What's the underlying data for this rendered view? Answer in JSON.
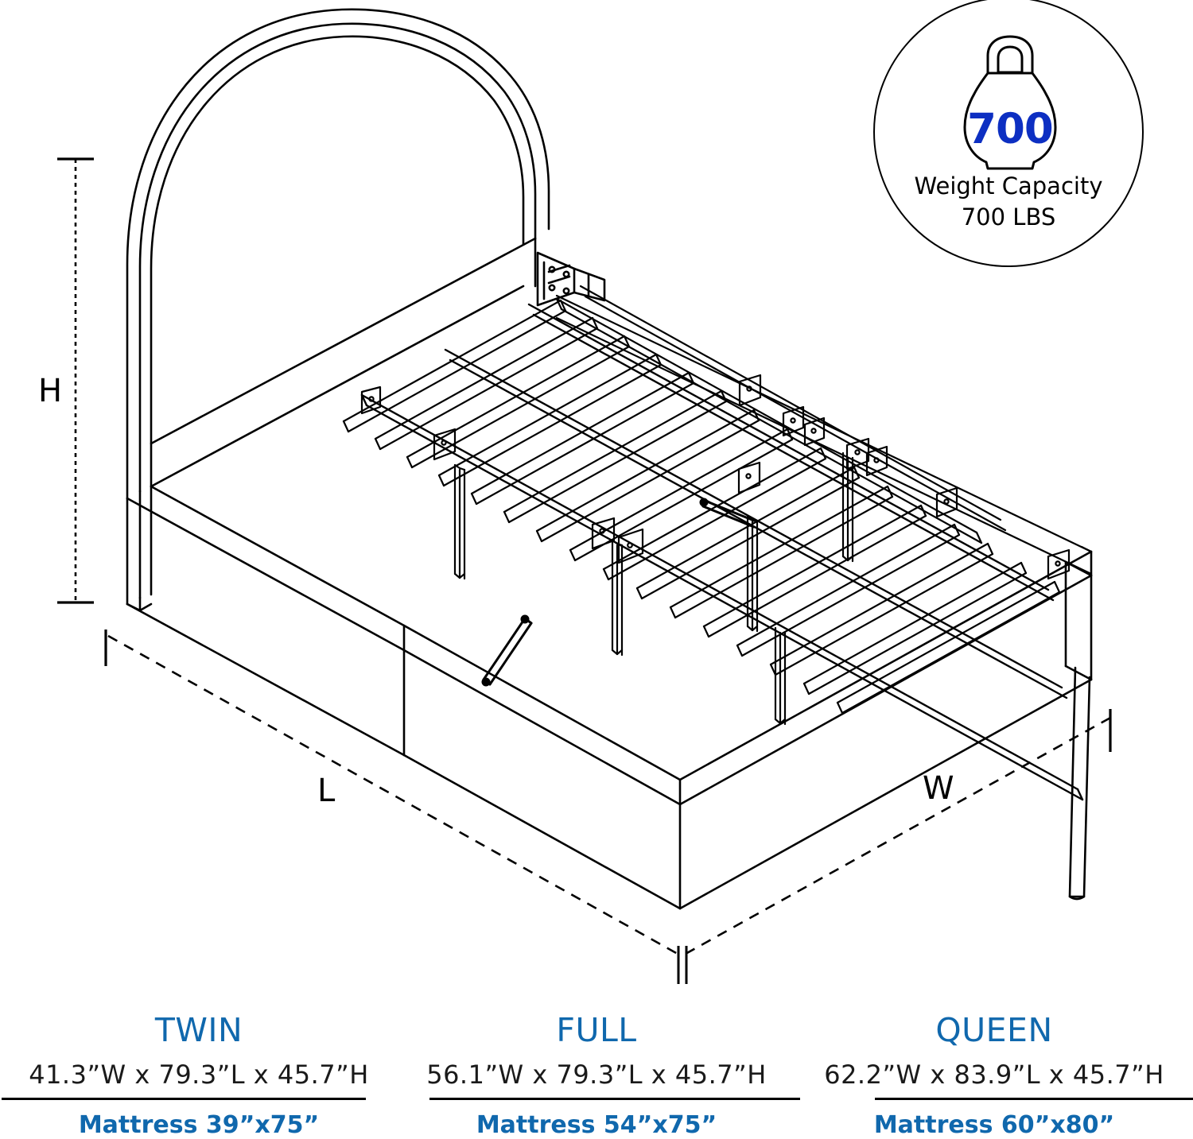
{
  "badge": {
    "number": "700",
    "label_line1": "Weight Capacity",
    "label_line2": "700 LBS",
    "number_color": "#0d2fc2",
    "icon": "kettlebell-icon"
  },
  "diagram": {
    "product": "upholstered platform bed frame with arched headboard",
    "dimension_labels": {
      "height": "H",
      "length": "L",
      "width": "W"
    }
  },
  "sizes": [
    {
      "name": "TWIN",
      "dimensions": "41.3”W x 79.3”L x 45.7”H",
      "mattress": "Mattress 39”x75”"
    },
    {
      "name": "FULL",
      "dimensions": "56.1”W x 79.3”L x 45.7”H",
      "mattress": "Mattress 54”x75”"
    },
    {
      "name": "QUEEN",
      "dimensions": "62.2”W x 83.9”L x 45.7”H",
      "mattress": "Mattress 60”x80”"
    }
  ],
  "colors": {
    "accent_blue": "#1068ad",
    "badge_blue": "#0d2fc2",
    "line": "#000000",
    "background": "#ffffff"
  }
}
